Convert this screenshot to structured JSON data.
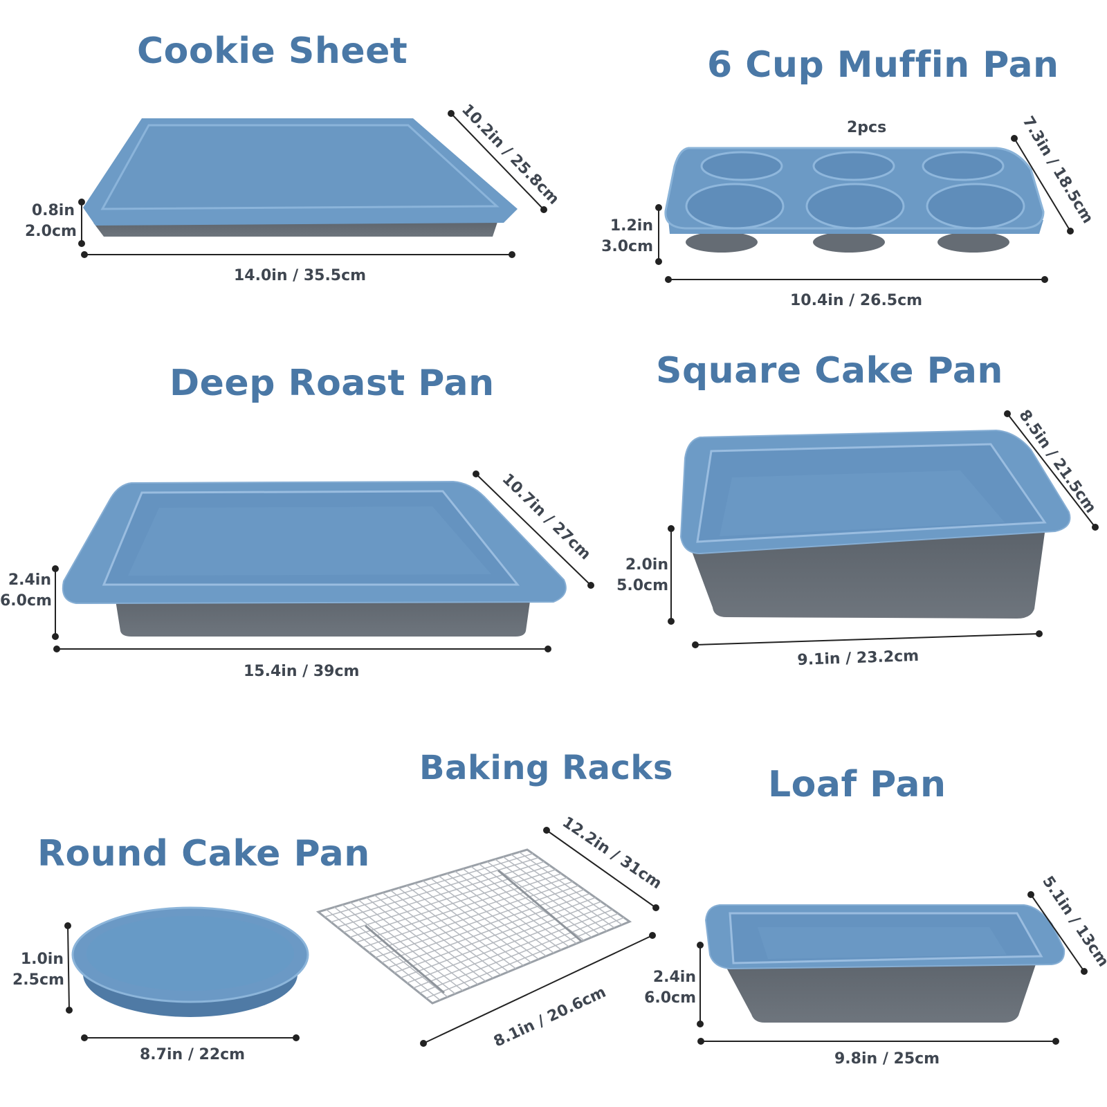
{
  "products": [
    {
      "key": "cookie-sheet",
      "title": "Cookie Sheet",
      "length": "14.0in / 35.5cm",
      "width": "10.2in / 25.8cm",
      "height_in": "0.8in",
      "height_cm": "2.0cm"
    },
    {
      "key": "muffin-pan",
      "title": "6 Cup Muffin Pan",
      "note": "2pcs",
      "length": "10.4in / 26.5cm",
      "width": "7.3in / 18.5cm",
      "height_in": "1.2in",
      "height_cm": "3.0cm"
    },
    {
      "key": "deep-roast-pan",
      "title": "Deep Roast Pan",
      "length": "15.4in / 39cm",
      "width": "10.7in / 27cm",
      "height_in": "2.4in",
      "height_cm": "6.0cm"
    },
    {
      "key": "square-cake-pan",
      "title": "Square Cake Pan",
      "length": "9.1in / 23.2cm",
      "width": "8.5in / 21.5cm",
      "height_in": "2.0in",
      "height_cm": "5.0cm"
    },
    {
      "key": "baking-racks",
      "title": "Baking Racks",
      "length": "12.2in / 31cm",
      "width": "8.1in / 20.6cm"
    },
    {
      "key": "round-cake-pan",
      "title": "Round Cake Pan",
      "diameter": "8.7in / 22cm",
      "height_in": "1.0in",
      "height_cm": "2.5cm"
    },
    {
      "key": "loaf-pan",
      "title": "Loaf Pan",
      "length": "9.8in / 25cm",
      "width": "5.1in / 13cm",
      "height_in": "2.4in",
      "height_cm": "6.0cm"
    }
  ],
  "colors": {
    "title": "#4a78a6",
    "pan_blue": "#6b96bf",
    "pan_blue_light": "#7ea9d0",
    "pan_gray": "#656c74",
    "dimension_text": "#3f4650",
    "dimension_line": "#222222",
    "rack_steel": "#a9adb3"
  }
}
